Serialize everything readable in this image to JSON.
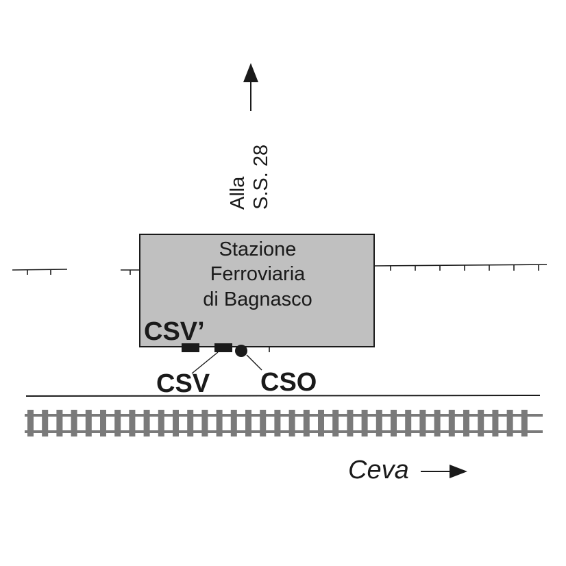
{
  "station": {
    "lines": [
      "Stazione",
      "Ferroviaria",
      "di Bagnasco"
    ],
    "fill": "#c0c0c0"
  },
  "road": {
    "line1": "Alla",
    "line2": "S.S. 28"
  },
  "labels": {
    "csv_prime": "CSV’",
    "csv": "CSV",
    "cso": "CSO"
  },
  "destination": {
    "label": "Ceva"
  },
  "colors": {
    "ink": "#1a1a1a",
    "track": "#7a7a7a"
  }
}
